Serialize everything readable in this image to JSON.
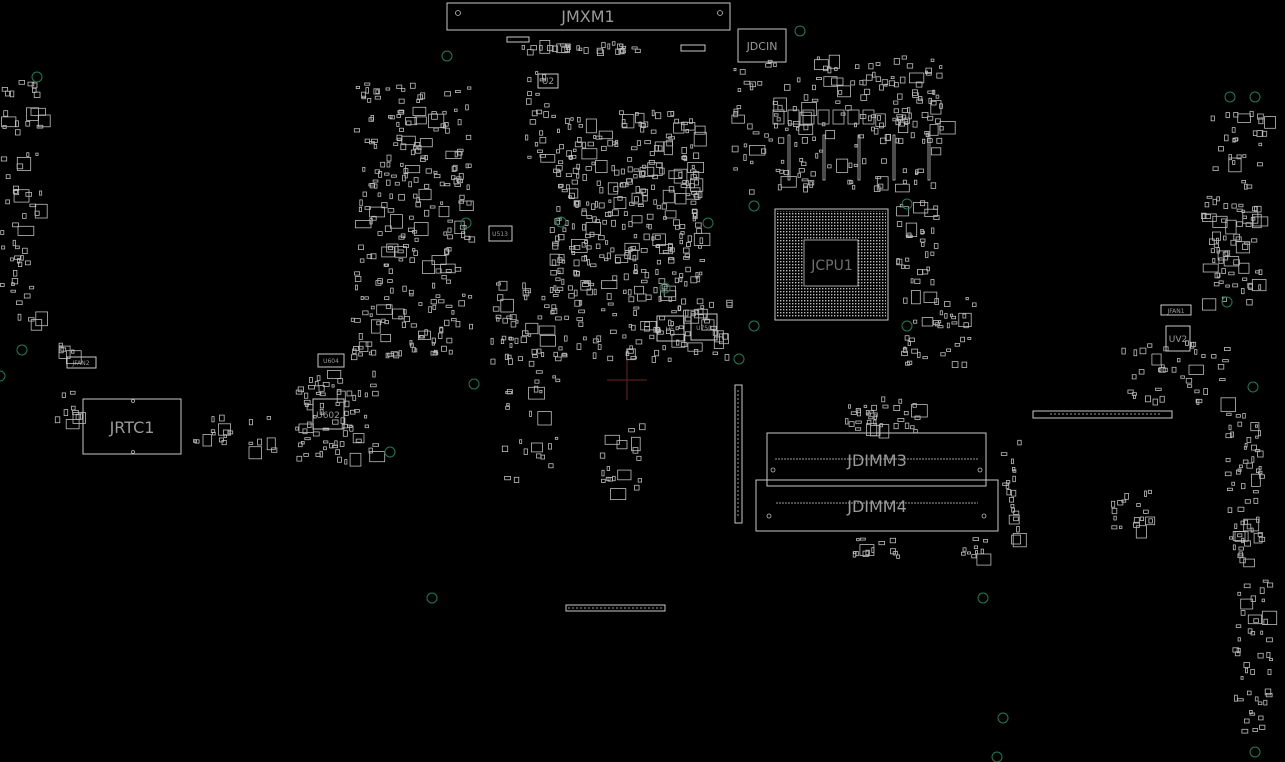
{
  "board": {
    "background": "#000000",
    "outline_color": "#c8c8c8",
    "mounting_hole_color": "#1f7a52",
    "cursor_color": "#6b2424"
  },
  "labels": {
    "jmxm1": "JMXM1",
    "jdcin": "JDCIN",
    "jrtc1": "JRTC1",
    "jdimm3": "JDIMM3",
    "jdimm4": "JDIMM4",
    "jcpu": "JCPU1",
    "u2": "U2",
    "u513": "U513",
    "u604": "U604",
    "u602": "U602",
    "u5": "U5",
    "u750": "U750",
    "uv2": "UV2",
    "jfan1": "JFAN1",
    "jfan2": "JFAN2"
  }
}
